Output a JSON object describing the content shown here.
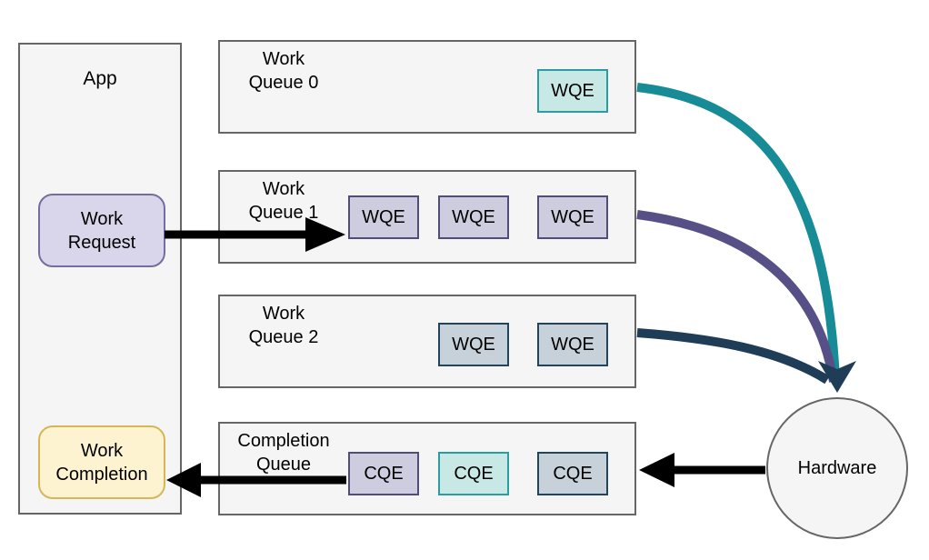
{
  "app": {
    "label": "App",
    "work_request_label": "Work\nRequest",
    "work_completion_label": "Work\nCompletion"
  },
  "queues": [
    {
      "label": "Work\nQueue 0",
      "entries": [
        "WQE"
      ]
    },
    {
      "label": "Work\nQueue 1",
      "entries": [
        "WQE",
        "WQE",
        "WQE"
      ]
    },
    {
      "label": "Work\nQueue 2",
      "entries": [
        "WQE",
        "WQE"
      ]
    },
    {
      "label": "Completion\nQueue",
      "entries": [
        "CQE",
        "CQE",
        "CQE"
      ]
    }
  ],
  "hardware": {
    "label": "Hardware"
  },
  "colors": {
    "queue_box_fill": "#f5f5f5",
    "queue_box_border": "#666666",
    "teal_cell_fill": "#c7e8e5",
    "teal_cell_border": "#2a9da0",
    "purple_cell_fill": "#cecde0",
    "purple_cell_border": "#514d7a",
    "steel_cell_fill": "#c6d1da",
    "steel_cell_border": "#23445d",
    "work_request_fill": "#d9d6eb",
    "work_request_border": "#746ea0",
    "work_completion_fill": "#fdf3d1",
    "work_completion_border": "#d6b656",
    "teal_line": "#178c96",
    "purple_line": "#575087",
    "navy_line": "#1f3d56",
    "black_line": "#000000"
  }
}
